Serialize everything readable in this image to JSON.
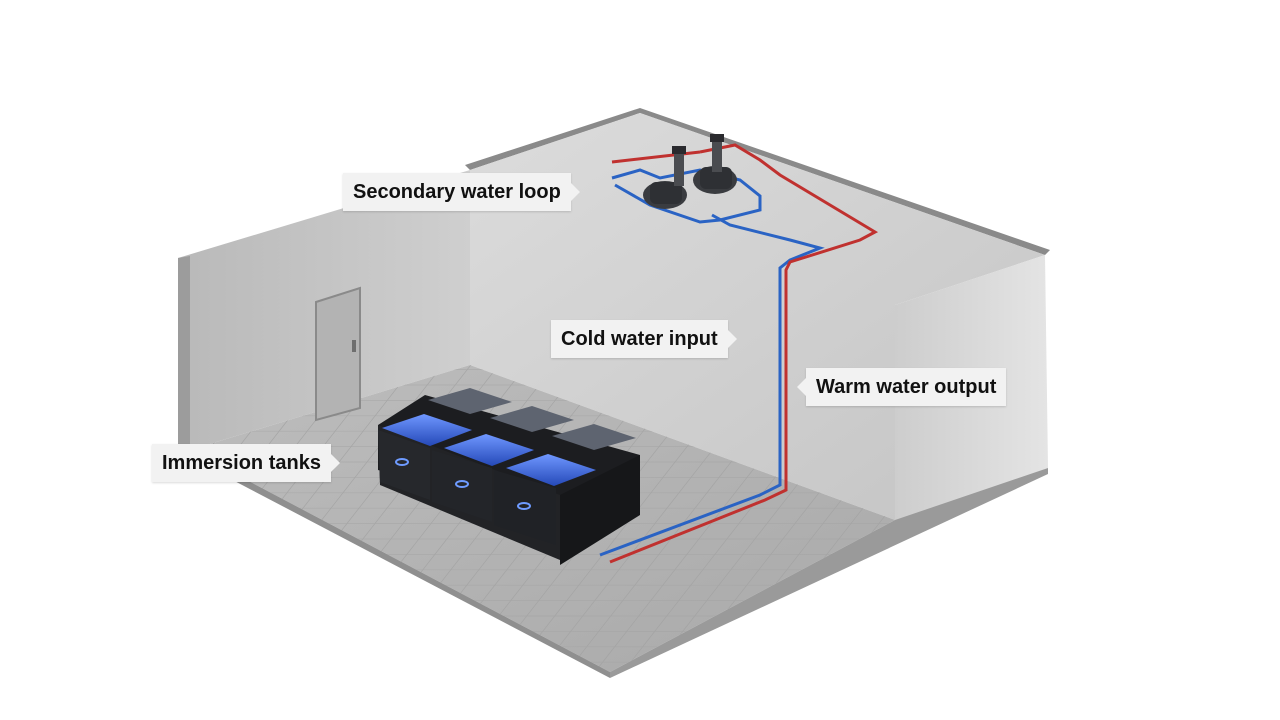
{
  "labels": {
    "secondary_loop": "Secondary water loop",
    "cold_input": "Cold water input",
    "warm_output": "Warm water output",
    "immersion_tanks": "Immersion tanks"
  },
  "colors": {
    "cold_pipe": "#2a63c4",
    "warm_pipe": "#c0312f",
    "tank_glow": "#3b6cf0"
  }
}
